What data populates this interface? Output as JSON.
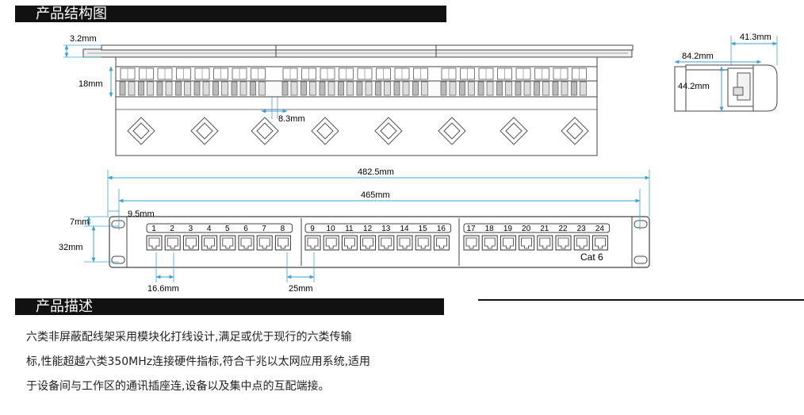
{
  "section1_title": "产品结构图",
  "section2_title": "产品描述",
  "dimensions": {
    "top_rail": "3.2mm",
    "jack_depth": "18mm",
    "hole_pitch": "8.3mm",
    "side_depth": "41.3mm",
    "side_total": "84.2mm",
    "side_height": "44.2mm",
    "overall_width": "482.5mm",
    "mount_width": "465mm",
    "hole_offset": "9.5mm",
    "hole_top": "7mm",
    "panel_height": "32mm",
    "port_pitch": "16.6mm",
    "group_gap": "25mm"
  },
  "ports": [
    "1",
    "2",
    "3",
    "4",
    "5",
    "6",
    "7",
    "8",
    "9",
    "10",
    "11",
    "12",
    "13",
    "14",
    "15",
    "16",
    "17",
    "18",
    "19",
    "20",
    "21",
    "22",
    "23",
    "24"
  ],
  "category_label": "Cat 6",
  "description": {
    "line1": "六类非屏蔽配线架采用模块化打线设计,满足或优于现行的六类传输",
    "line2": "标,性能超越六类350MHz连接硬件指标,符合千兆以太网应用系统,适用",
    "line3": "于设备间与工作区的通讯插座连,设备以及集中点的互配端接。"
  }
}
